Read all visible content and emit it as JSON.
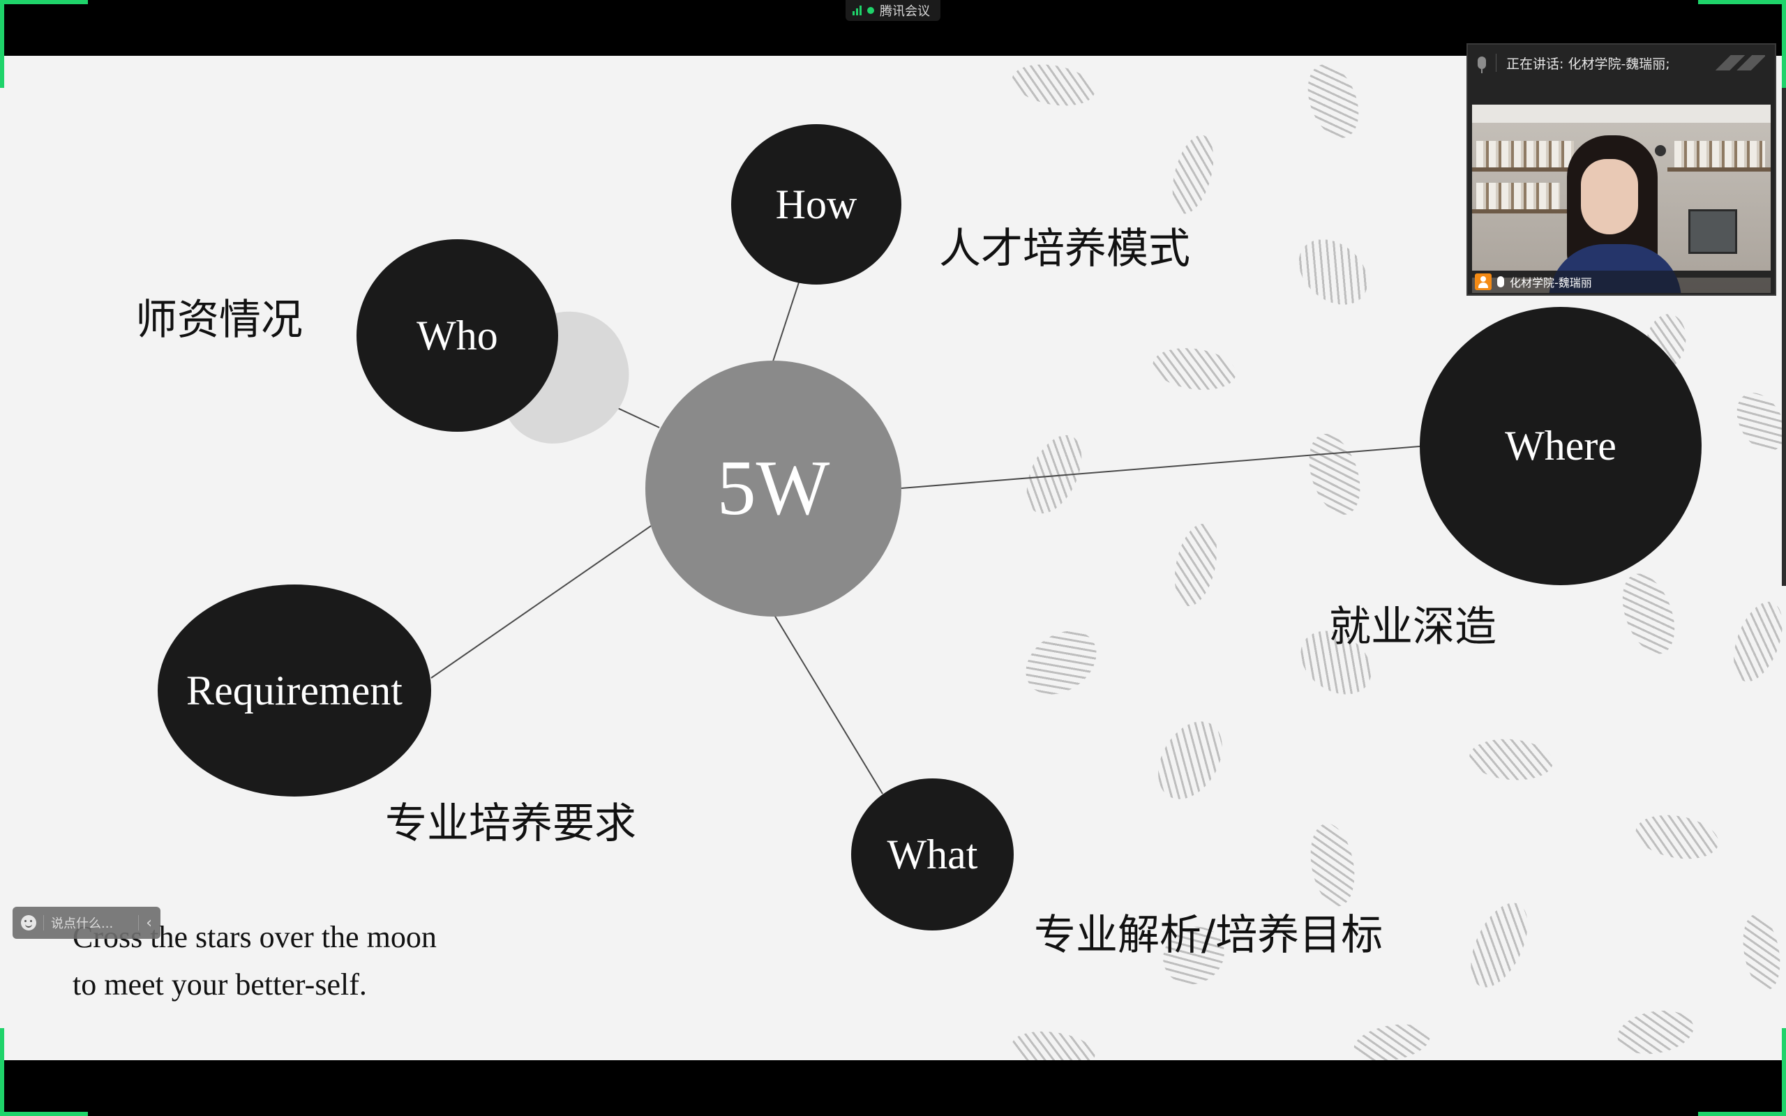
{
  "app": {
    "title": "腾讯会议"
  },
  "slide": {
    "center": "5W",
    "nodes": {
      "how": "How",
      "who": "Who",
      "where": "Where",
      "requirement": "Requirement",
      "what": "What"
    },
    "captions": {
      "how": "人才培养模式",
      "who": "师资情况",
      "where": "就业深造",
      "requirement": "专业培养要求",
      "what": "专业解析/培养目标"
    },
    "quote": {
      "line1": "Cross the stars over the moon",
      "line2": "to meet your better-self."
    }
  },
  "chat": {
    "placeholder": "说点什么..."
  },
  "video_panel": {
    "speaking": "正在讲话: 化材学院-魏瑞丽;",
    "participant": "化材学院-魏瑞丽"
  },
  "colors": {
    "accent": "#1fd36a",
    "node": "#1a1a1a",
    "center": "#8a8a8a"
  }
}
